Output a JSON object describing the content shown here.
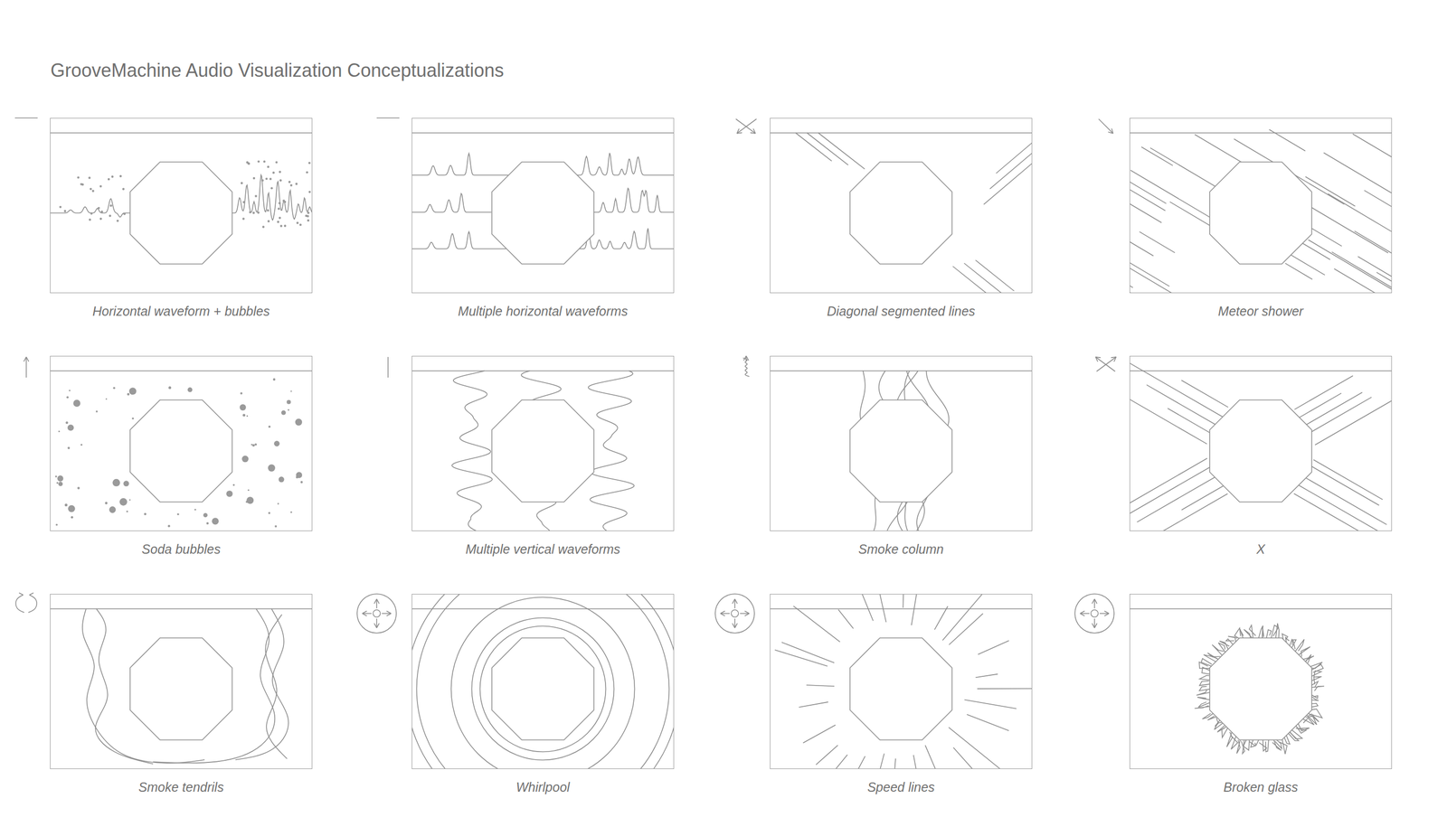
{
  "diagram": {
    "title": "GrooveMachine Audio Visualization Conceptualizations",
    "nodes": [
      {
        "text": [
          "Horizontal waveform + bubbles"
        ]
      },
      {
        "text": [
          "Multiple horizontal waveforms"
        ]
      },
      {
        "text": [
          "Diagonal segmented lines"
        ]
      },
      {
        "text": [
          "Meteor shower"
        ]
      },
      {
        "text": [
          "Soda bubbles"
        ]
      },
      {
        "text": [
          "Multiple vertical waveforms"
        ]
      },
      {
        "text": [
          "Smoke column"
        ]
      },
      {
        "text": [
          "X"
        ]
      },
      {
        "text": [
          "Smoke tendrils"
        ]
      },
      {
        "text": [
          "Whirlpool"
        ]
      },
      {
        "text": [
          "Speed lines"
        ]
      },
      {
        "text": [
          "Broken glass"
        ]
      }
    ]
  }
}
